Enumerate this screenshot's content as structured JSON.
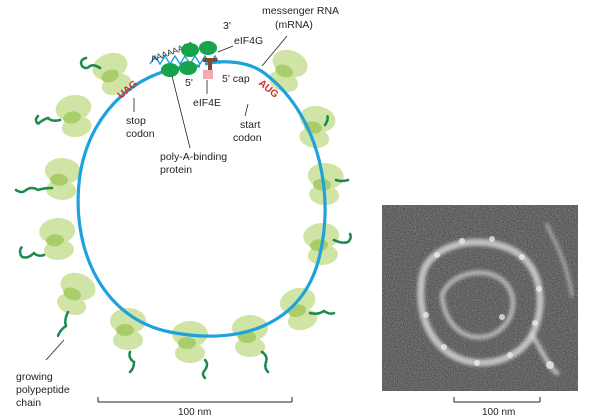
{
  "labels": {
    "mrna_line1": "messenger RNA",
    "mrna_line2": "(mRNA)",
    "three_prime": "3'",
    "poly_a": "AAAAAAAA",
    "eif4g": "eIF4G",
    "five_prime": "5'",
    "five_prime_cap": "5' cap",
    "eif4e": "eIF4E",
    "stop_codon_seq": "UAG",
    "stop_codon_line1": "stop",
    "stop_codon_line2": "codon",
    "start_codon_seq": "AUG",
    "start_codon_line1": "start",
    "start_codon_line2": "codon",
    "pabp_line1": "poly-A-binding",
    "pabp_line2": "protein",
    "chain_line1": "growing",
    "chain_line2": "polypeptide",
    "chain_line3": "chain"
  },
  "scale_bars": {
    "diagram": "100 nm",
    "micrograph": "100 nm"
  },
  "colors": {
    "mrna": "#1fa2dc",
    "ribosome": "#cfe4a5",
    "ribosome_dark": "#a9cd6a",
    "polypeptide": "#1c8a4f",
    "pabp": "#16a34a",
    "eif4g": "#7a4a32",
    "cap": "#f2a9b4",
    "codon": "#d22b27"
  }
}
